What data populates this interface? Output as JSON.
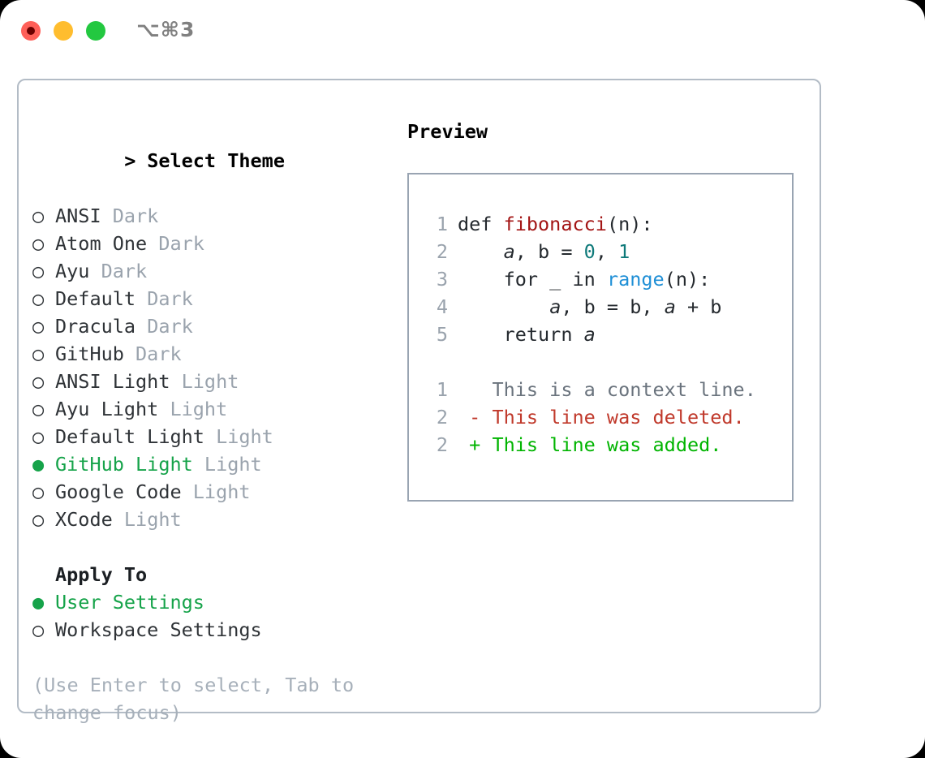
{
  "titlebar": {
    "lights": [
      {
        "name": "close-button",
        "color": "#ff6059"
      },
      {
        "name": "minimize-button",
        "color": "#ffbd2e"
      },
      {
        "name": "maximize-button",
        "color": "#23c840"
      }
    ],
    "shortcut": "⌥⌘3"
  },
  "theme_list": {
    "header_marker": ">",
    "header_label": "Select Theme",
    "unselected_marker": "○",
    "selected_marker": "●",
    "selected_color": "#16a34a",
    "items": [
      {
        "marker": "○",
        "name": "ANSI",
        "variant": "Dark",
        "selected": false
      },
      {
        "marker": "○",
        "name": "Atom One",
        "variant": "Dark",
        "selected": false
      },
      {
        "marker": "○",
        "name": "Ayu",
        "variant": "Dark",
        "selected": false
      },
      {
        "marker": "○",
        "name": "Default",
        "variant": "Dark",
        "selected": false
      },
      {
        "marker": "○",
        "name": "Dracula",
        "variant": "Dark",
        "selected": false
      },
      {
        "marker": "○",
        "name": "GitHub",
        "variant": "Dark",
        "selected": false
      },
      {
        "marker": "○",
        "name": "ANSI Light",
        "variant": "Light",
        "selected": false
      },
      {
        "marker": "○",
        "name": "Ayu Light",
        "variant": "Light",
        "selected": false
      },
      {
        "marker": "○",
        "name": "Default Light",
        "variant": "Light",
        "selected": false
      },
      {
        "marker": "●",
        "name": "GitHub Light",
        "variant": "Light",
        "selected": true
      },
      {
        "marker": "○",
        "name": "Google Code",
        "variant": "Light",
        "selected": false
      },
      {
        "marker": "○",
        "name": "XCode",
        "variant": "Light",
        "selected": false
      }
    ]
  },
  "apply_to": {
    "header_label": "Apply To",
    "items": [
      {
        "marker": "●",
        "label": "User Settings",
        "selected": true
      },
      {
        "marker": "○",
        "label": "Workspace Settings",
        "selected": false
      }
    ]
  },
  "hint": "(Use Enter to select, Tab to change focus)",
  "preview": {
    "title": "Preview",
    "code_lines": [
      {
        "num": "1",
        "tokens": [
          {
            "t": "def ",
            "c": "plain"
          },
          {
            "t": "fibonacci",
            "c": "fn"
          },
          {
            "t": "(n):",
            "c": "plain"
          }
        ]
      },
      {
        "num": "2",
        "tokens": [
          {
            "t": "    ",
            "c": "plain"
          },
          {
            "t": "a",
            "c": "var"
          },
          {
            "t": ", ",
            "c": "plain"
          },
          {
            "t": "b",
            "c": "plain"
          },
          {
            "t": " = ",
            "c": "plain"
          },
          {
            "t": "0",
            "c": "num"
          },
          {
            "t": ", ",
            "c": "plain"
          },
          {
            "t": "1",
            "c": "num"
          }
        ]
      },
      {
        "num": "3",
        "tokens": [
          {
            "t": "    for _ in ",
            "c": "plain"
          },
          {
            "t": "range",
            "c": "call"
          },
          {
            "t": "(n):",
            "c": "plain"
          }
        ]
      },
      {
        "num": "4",
        "tokens": [
          {
            "t": "        ",
            "c": "plain"
          },
          {
            "t": "a",
            "c": "var"
          },
          {
            "t": ", b = b, ",
            "c": "plain"
          },
          {
            "t": "a",
            "c": "var"
          },
          {
            "t": " + b",
            "c": "plain"
          }
        ]
      },
      {
        "num": "5",
        "tokens": [
          {
            "t": "    return ",
            "c": "plain"
          },
          {
            "t": "a",
            "c": "var"
          }
        ]
      }
    ],
    "diff_lines": [
      {
        "num": "1",
        "sign": " ",
        "text": " This is a context line.",
        "kind": "ctx"
      },
      {
        "num": "2",
        "sign": "-",
        "text": " This line was deleted.",
        "kind": "del"
      },
      {
        "num": "2",
        "sign": "+",
        "text": " This line was added.",
        "kind": "add"
      }
    ]
  }
}
